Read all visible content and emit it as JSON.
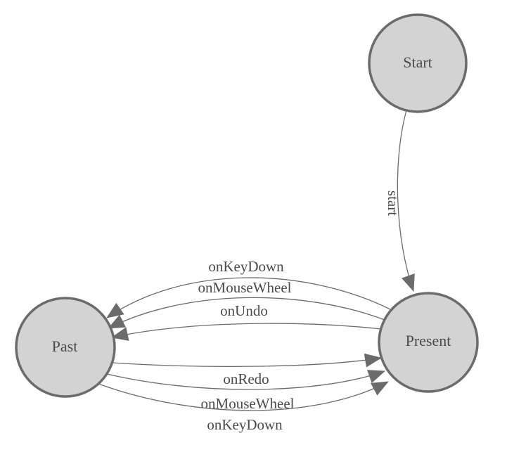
{
  "diagram": {
    "type": "state-machine",
    "nodes": [
      {
        "id": "start",
        "label": "Start"
      },
      {
        "id": "past",
        "label": "Past"
      },
      {
        "id": "present",
        "label": "Present"
      }
    ],
    "edges": [
      {
        "from": "Start",
        "to": "Present",
        "label": "start"
      },
      {
        "from": "Present",
        "to": "Past",
        "label": "onKeyDown"
      },
      {
        "from": "Present",
        "to": "Past",
        "label": "onMouseWheel"
      },
      {
        "from": "Present",
        "to": "Past",
        "label": "onUndo"
      },
      {
        "from": "Past",
        "to": "Present",
        "label": "onRedo"
      },
      {
        "from": "Past",
        "to": "Present",
        "label": "onMouseWheel"
      },
      {
        "from": "Past",
        "to": "Present",
        "label": "onKeyDown"
      }
    ],
    "colors": {
      "background": "#ffffff",
      "node_fill": "#d3d3d3",
      "node_stroke": "#6b6b6b",
      "edge_stroke": "#6b6b6b",
      "arrow_fill": "#6b6b6b",
      "label_text": "#4a4a4a"
    }
  }
}
